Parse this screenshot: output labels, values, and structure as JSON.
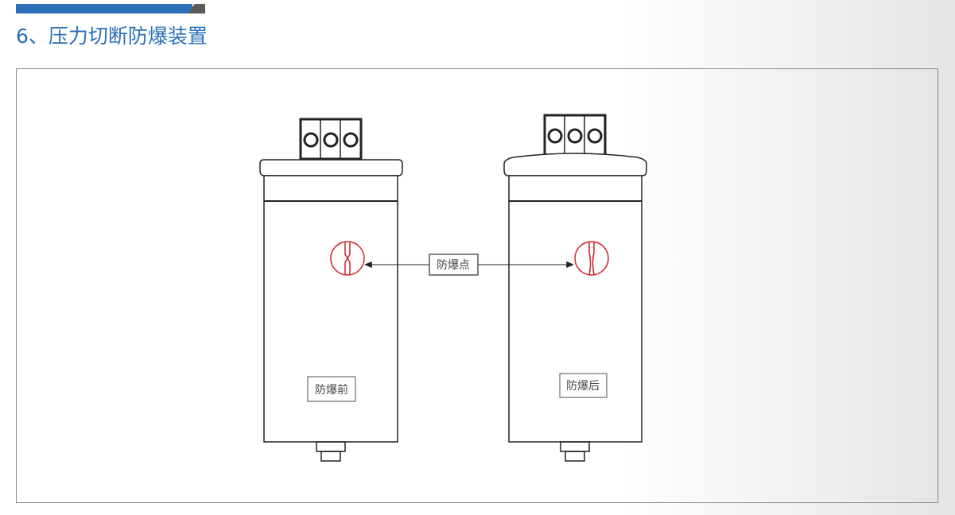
{
  "title": "6、压力切断防爆装置",
  "labels": {
    "point": "防爆点",
    "before": "防爆前",
    "after": "防爆后"
  },
  "colors": {
    "accent": "#2a6fb8",
    "marker": "#d0202a"
  }
}
